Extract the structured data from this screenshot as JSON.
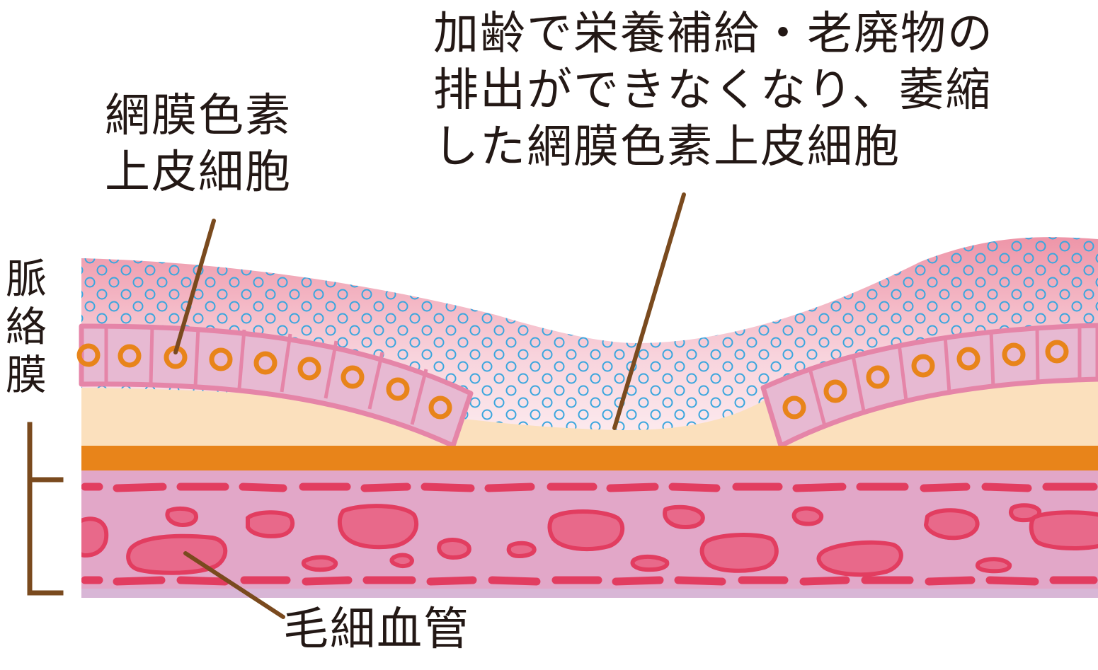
{
  "labels": {
    "rpe_line1": "網膜色素",
    "rpe_line2": "上皮細胞",
    "atrophy_line1": "加齢で栄養補給・老廃物の",
    "atrophy_line2": "排出ができなくなり、萎縮",
    "atrophy_line3": "した網膜色素上皮細胞",
    "choroid_c1": "脈",
    "choroid_c2": "絡",
    "choroid_c3": "膜",
    "capillary": "毛細血管"
  },
  "colors": {
    "leader_line": "#7a4a1e",
    "bruch_band": "#e8841a",
    "cell_fill": "#e7b9d2",
    "cell_border": "#e585a8",
    "nucleus": "#e8841a",
    "dots": "#3aa6de",
    "upper_layer_top": "#ef97aa",
    "sub_rpe_fill": "#fbe0bd",
    "choroid_fill": "#e2a7c8",
    "vessel_fill": "#e8698a",
    "vessel_border": "#e23d60"
  }
}
